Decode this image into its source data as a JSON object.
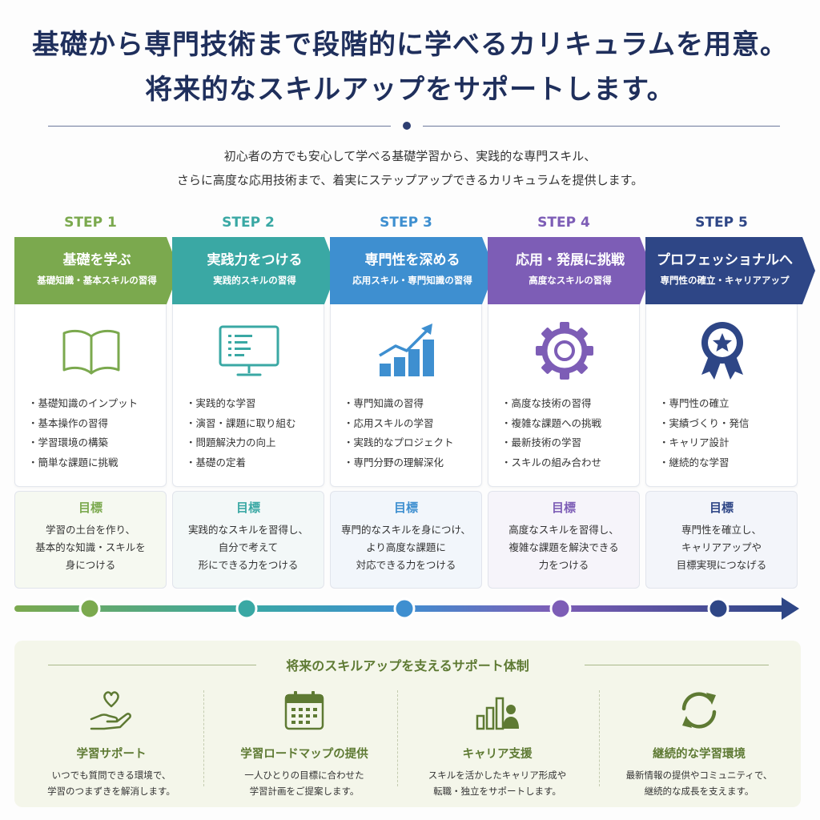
{
  "headline": {
    "line1": "基礎から専門技術まで段階的に学べるカリキュラムを用意。",
    "line2": "将来的なスキルアップをサポートします。"
  },
  "intro": {
    "line1": "初心者の方でも安心して学べる基礎学習から、実践的な専門スキル、",
    "line2": "さらに高度な応用技術まで、着実にステップアップできるカリキュラムを提供します。"
  },
  "steps": [
    {
      "label": "STEP 1",
      "color": "#7ba94e",
      "title": "基礎を学ぶ",
      "subtitle": "基礎知識・基本スキルの習得",
      "icon": "open-book-icon",
      "items": [
        "・基礎知識のインプット",
        "・基本操作の習得",
        "・学習環境の構築",
        "・簡単な課題に挑戦"
      ],
      "goal_title": "目標",
      "goal_text": "学習の土台を作り、\n基本的な知識・スキルを\n身につける"
    },
    {
      "label": "STEP 2",
      "color": "#3aa8a4",
      "title": "実践力をつける",
      "subtitle": "実践的スキルの習得",
      "icon": "monitor-icon",
      "items": [
        "・実践的な学習",
        "・演習・課題に取り組む",
        "・問題解決力の向上",
        "・基礎の定着"
      ],
      "goal_title": "目標",
      "goal_text": "実践的なスキルを習得し、\n自分で考えて\n形にできる力をつける"
    },
    {
      "label": "STEP 3",
      "color": "#3e8fd0",
      "title": "専門性を深める",
      "subtitle": "応用スキル・専門知識の習得",
      "icon": "growth-chart-icon",
      "items": [
        "・専門知識の習得",
        "・応用スキルの学習",
        "・実践的なプロジェクト",
        "・専門分野の理解深化"
      ],
      "goal_title": "目標",
      "goal_text": "専門的なスキルを身につけ、\nより高度な課題に\n対応できる力をつける"
    },
    {
      "label": "STEP 4",
      "color": "#7d5db6",
      "title": "応用・発展に挑戦",
      "subtitle": "高度なスキルの習得",
      "icon": "gear-icon",
      "items": [
        "・高度な技術の習得",
        "・複雑な課題への挑戦",
        "・最新技術の学習",
        "・スキルの組み合わせ"
      ],
      "goal_title": "目標",
      "goal_text": "高度なスキルを習得し、\n複雑な課題を解決できる\n力をつける"
    },
    {
      "label": "STEP 5",
      "color": "#2e4686",
      "title": "プロフェッショナルへ",
      "subtitle": "専門性の確立・キャリアアップ",
      "icon": "award-badge-icon",
      "items": [
        "・専門性の確立",
        "・実績づくり・発信",
        "・キャリア設計",
        "・継続的な学習"
      ],
      "goal_title": "目標",
      "goal_text": "専門性を確立し、\nキャリアアップや\n目標実現につなげる"
    }
  ],
  "support": {
    "title": "将来のスキルアップを支えるサポート体制",
    "accent": "#5e7a33",
    "columns": [
      {
        "icon": "heart-hand-icon",
        "title": "学習サポート",
        "text": "いつでも質問できる環境で、\n学習のつまずきを解消します。"
      },
      {
        "icon": "calendar-icon",
        "title": "学習ロードマップの提供",
        "text": "一人ひとりの目標に合わせた\n学習計画をご提案します。"
      },
      {
        "icon": "career-chart-icon",
        "title": "キャリア支援",
        "text": "スキルを活かしたキャリア形成や\n転職・独立をサポートします。"
      },
      {
        "icon": "refresh-icon",
        "title": "継続的な学習環境",
        "text": "最新情報の提供やコミュニティで、\n継続的な成長を支えます。"
      }
    ]
  }
}
